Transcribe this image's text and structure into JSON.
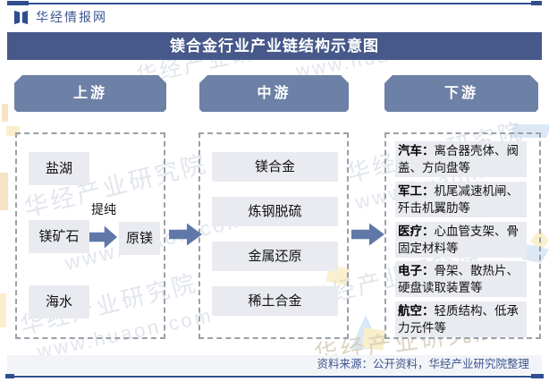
{
  "brand": {
    "name": "华经情报网",
    "logo_icon": "open-book-icon"
  },
  "title": "镁合金行业产业链结构示意图",
  "stages": {
    "upstream_label": "上游",
    "midstream_label": "中游",
    "downstream_label": "下游"
  },
  "upstream": {
    "sources": [
      "盐湖",
      "镁矿石",
      "海水"
    ],
    "process_label": "提纯",
    "output": "原镁"
  },
  "midstream": {
    "items": [
      "镁合金",
      "炼钢脱硫",
      "金属还原",
      "稀土合金"
    ]
  },
  "downstream": {
    "items": [
      {
        "category": "汽车：",
        "desc": "离合器壳体、阀盖、方向盘等"
      },
      {
        "category": "军工：",
        "desc": "机尾减速机闸、歼击机翼肋等"
      },
      {
        "category": "医疗：",
        "desc": "心血管支架、骨固定材料等"
      },
      {
        "category": "电子：",
        "desc": "骨架、散热片、硬盘读取装置等"
      },
      {
        "category": "航空：",
        "desc": "轻质结构、低承力元件等"
      }
    ]
  },
  "footer": {
    "source_text": "资料来源：公开资料，华经产业研究院整理"
  },
  "watermark": {
    "line1": "华经产业研究院",
    "line2": "www.huaon.com"
  },
  "colors": {
    "title_bar": "#47598a",
    "stage_header": "#6d80a5",
    "item_box": "#e9ebf0",
    "arrow": "#5f78a8",
    "accent_line": "#2f4d8f",
    "footer_bg": "#f2f4f7",
    "footer_text": "#3d5590",
    "brand_text": "#3a5590",
    "dash_border": "#9ba0a9"
  }
}
